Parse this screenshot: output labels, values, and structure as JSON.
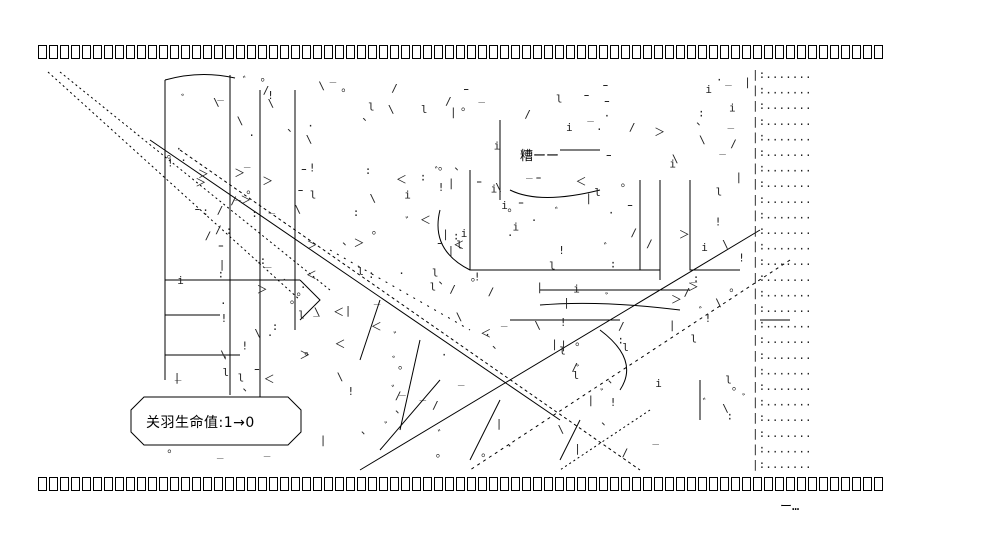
{
  "status_label": "关羽生命值:1→0",
  "speech_bubble": "糟ーー",
  "footer_mark": "ー…"
}
